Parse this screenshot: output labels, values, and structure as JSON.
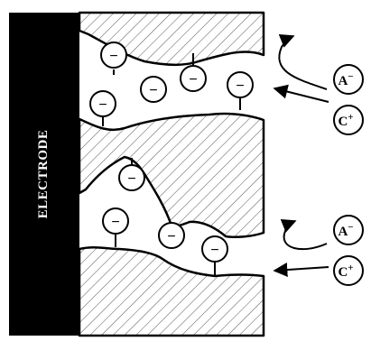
{
  "electrode": {
    "label": "ELECTRODE"
  },
  "surface_charge_symbol": "−",
  "ions": {
    "anion": {
      "base": "A",
      "charge": "−"
    },
    "cation": {
      "base": "C",
      "charge": "+"
    }
  }
}
